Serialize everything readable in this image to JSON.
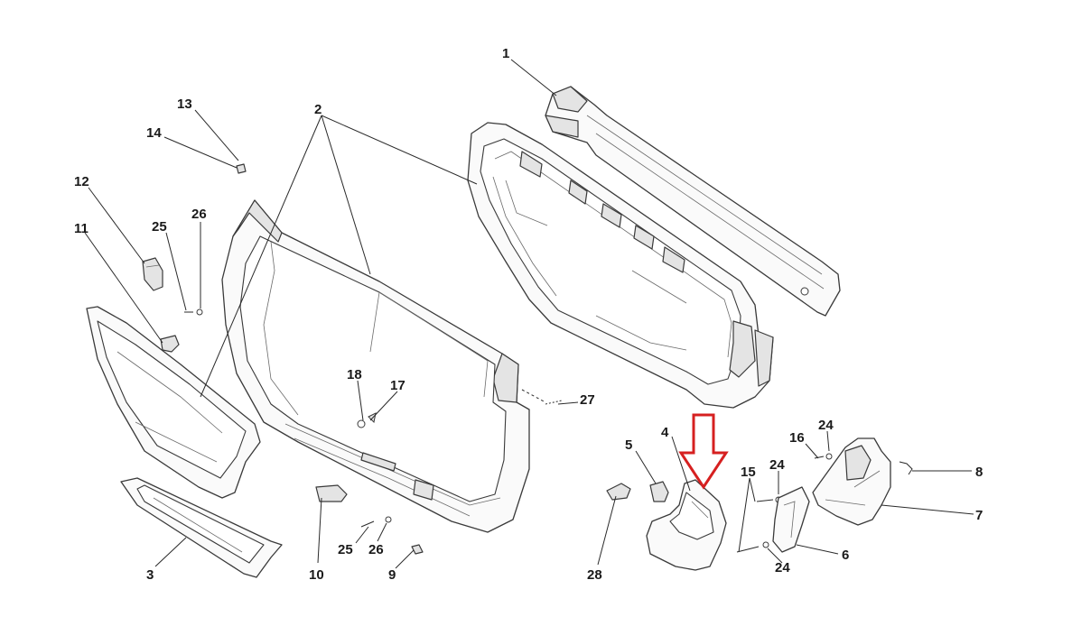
{
  "callouts": [
    {
      "id": "c1",
      "label": "1"
    },
    {
      "id": "c2",
      "label": "2"
    },
    {
      "id": "c3",
      "label": "3"
    },
    {
      "id": "c4",
      "label": "4"
    },
    {
      "id": "c5",
      "label": "5"
    },
    {
      "id": "c6",
      "label": "6"
    },
    {
      "id": "c7",
      "label": "7"
    },
    {
      "id": "c8",
      "label": "8"
    },
    {
      "id": "c9",
      "label": "9"
    },
    {
      "id": "c10",
      "label": "10"
    },
    {
      "id": "c11",
      "label": "11"
    },
    {
      "id": "c12",
      "label": "12"
    },
    {
      "id": "c13",
      "label": "13"
    },
    {
      "id": "c14",
      "label": "14"
    },
    {
      "id": "c15",
      "label": "15"
    },
    {
      "id": "c16",
      "label": "16"
    },
    {
      "id": "c17",
      "label": "17"
    },
    {
      "id": "c18",
      "label": "18"
    },
    {
      "id": "c24a",
      "label": "24"
    },
    {
      "id": "c24b",
      "label": "24"
    },
    {
      "id": "c24c",
      "label": "24"
    },
    {
      "id": "c25a",
      "label": "25"
    },
    {
      "id": "c25b",
      "label": "25"
    },
    {
      "id": "c26a",
      "label": "26"
    },
    {
      "id": "c26b",
      "label": "26"
    },
    {
      "id": "c27",
      "label": "27"
    },
    {
      "id": "c28",
      "label": "28"
    }
  ],
  "highlight": {
    "target": "4",
    "color": "#d62020"
  }
}
